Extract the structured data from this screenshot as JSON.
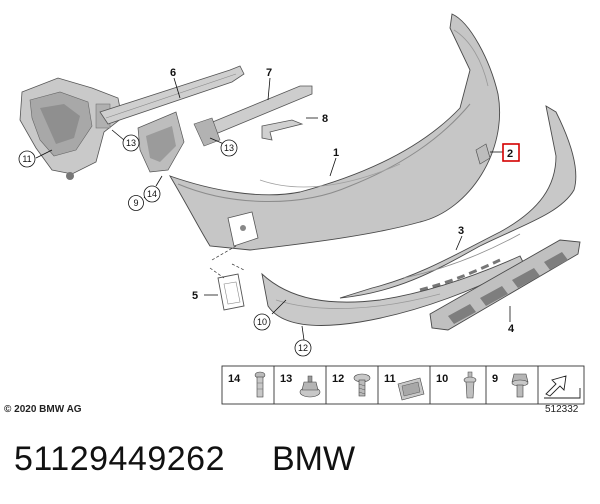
{
  "callouts": {
    "c1": "1",
    "c2": "2",
    "c3": "3",
    "c4": "4",
    "c5": "5",
    "c6": "6",
    "c7": "7",
    "c8": "8",
    "c9": "9",
    "c10": "10",
    "c11": "11",
    "c12": "12",
    "c13a": "13",
    "c13b": "13",
    "c14": "14"
  },
  "legend": {
    "items": [
      {
        "number": "14",
        "icon": "push-clip-icon"
      },
      {
        "number": "13",
        "icon": "hex-nut-icon"
      },
      {
        "number": "12",
        "icon": "screw-with-washer-icon"
      },
      {
        "number": "11",
        "icon": "sheet-metal-nut-icon"
      },
      {
        "number": "10",
        "icon": "expanding-rivet-icon"
      },
      {
        "number": "9",
        "icon": "hex-bolt-icon"
      },
      {
        "number": "",
        "icon": "arrow-icon"
      }
    ]
  },
  "diagram_id": "512332",
  "copyright": "© 2020 BMW AG",
  "footer": {
    "part_number": "51129449262",
    "brand": "BMW"
  },
  "colors": {
    "part_fill": "#c4c4c4",
    "part_dark": "#9a9a9a",
    "highlight": "#d40000"
  }
}
